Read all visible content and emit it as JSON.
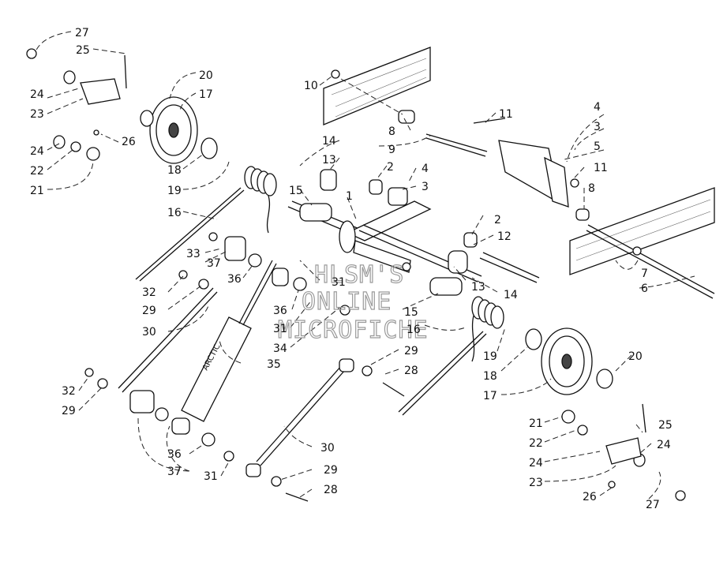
{
  "watermark": [
    "HLSM'S",
    "ONLINE",
    "MICROFICHE"
  ],
  "callouts": [
    {
      "id": "c27a",
      "text": "27"
    },
    {
      "id": "c25a",
      "text": "25"
    },
    {
      "id": "c24a",
      "text": "24"
    },
    {
      "id": "c23a",
      "text": "23"
    },
    {
      "id": "c24b",
      "text": "24"
    },
    {
      "id": "c22a",
      "text": "22"
    },
    {
      "id": "c21a",
      "text": "21"
    },
    {
      "id": "c26a",
      "text": "26"
    },
    {
      "id": "c20a",
      "text": "20"
    },
    {
      "id": "c17a",
      "text": "17"
    },
    {
      "id": "c18a",
      "text": "18"
    },
    {
      "id": "c19a",
      "text": "19"
    },
    {
      "id": "c16a",
      "text": "16"
    },
    {
      "id": "c10",
      "text": "10"
    },
    {
      "id": "c11a",
      "text": "11"
    },
    {
      "id": "c8a",
      "text": "8"
    },
    {
      "id": "c9",
      "text": "9"
    },
    {
      "id": "c4a",
      "text": "4"
    },
    {
      "id": "c3a",
      "text": "3"
    },
    {
      "id": "c5",
      "text": "5"
    },
    {
      "id": "c11b",
      "text": "11"
    },
    {
      "id": "c8b",
      "text": "8"
    },
    {
      "id": "c14a",
      "text": "14"
    },
    {
      "id": "c13a",
      "text": "13"
    },
    {
      "id": "c2a",
      "text": "2"
    },
    {
      "id": "c4b",
      "text": "4"
    },
    {
      "id": "c3b",
      "text": "3"
    },
    {
      "id": "c15a",
      "text": "15"
    },
    {
      "id": "c1",
      "text": "1"
    },
    {
      "id": "c2b",
      "text": "2"
    },
    {
      "id": "c12",
      "text": "12"
    },
    {
      "id": "c7",
      "text": "7"
    },
    {
      "id": "c6",
      "text": "6"
    },
    {
      "id": "c33",
      "text": "33"
    },
    {
      "id": "c37a",
      "text": "37"
    },
    {
      "id": "c36a",
      "text": "36"
    },
    {
      "id": "c32a",
      "text": "32"
    },
    {
      "id": "c29a",
      "text": "29"
    },
    {
      "id": "c31a",
      "text": "31"
    },
    {
      "id": "c13b",
      "text": "13"
    },
    {
      "id": "c14b",
      "text": "14"
    },
    {
      "id": "c36b",
      "text": "36"
    },
    {
      "id": "c31b",
      "text": "31"
    },
    {
      "id": "c15b",
      "text": "15"
    },
    {
      "id": "c30a",
      "text": "30"
    },
    {
      "id": "c34",
      "text": "34"
    },
    {
      "id": "c16b",
      "text": "16"
    },
    {
      "id": "c19b",
      "text": "19"
    },
    {
      "id": "c18b",
      "text": "18"
    },
    {
      "id": "c17b",
      "text": "17"
    },
    {
      "id": "c20b",
      "text": "20"
    },
    {
      "id": "c29b",
      "text": "29"
    },
    {
      "id": "c28a",
      "text": "28"
    },
    {
      "id": "c35",
      "text": "35"
    },
    {
      "id": "c32b",
      "text": "32"
    },
    {
      "id": "c29c",
      "text": "29"
    },
    {
      "id": "c21b",
      "text": "21"
    },
    {
      "id": "c25b",
      "text": "25"
    },
    {
      "id": "c22b",
      "text": "22"
    },
    {
      "id": "c24c",
      "text": "24"
    },
    {
      "id": "c24d",
      "text": "24"
    },
    {
      "id": "c23b",
      "text": "23"
    },
    {
      "id": "c36c",
      "text": "36"
    },
    {
      "id": "c37b",
      "text": "37"
    },
    {
      "id": "c31c",
      "text": "31"
    },
    {
      "id": "c30b",
      "text": "30"
    },
    {
      "id": "c29d",
      "text": "29"
    },
    {
      "id": "c28b",
      "text": "28"
    },
    {
      "id": "c26b",
      "text": "26"
    },
    {
      "id": "c27b",
      "text": "27"
    }
  ]
}
